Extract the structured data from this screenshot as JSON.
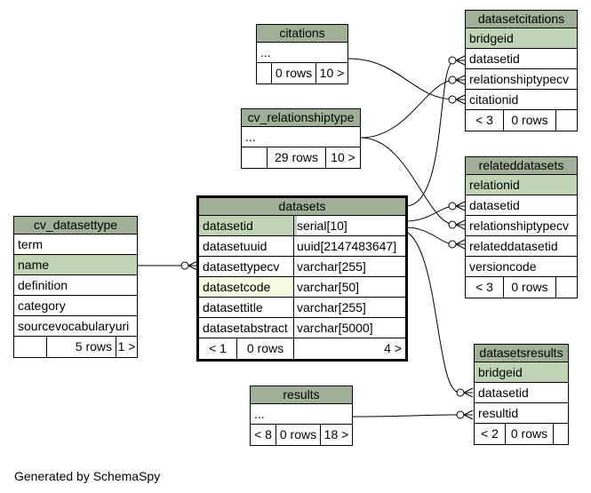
{
  "caption": "Generated by SchemaSpy",
  "tables": {
    "datasetcitations": {
      "name": "datasetcitations",
      "columns": [
        "bridgeid",
        "datasetid",
        "relationshiptypecv",
        "citationid"
      ],
      "footer": [
        "< 3",
        "0 rows",
        ""
      ]
    },
    "citations": {
      "name": "citations",
      "columns": [
        "..."
      ],
      "footer": [
        "",
        "0 rows",
        "10 >"
      ]
    },
    "cv_relationshiptype": {
      "name": "cv_relationshiptype",
      "columns": [
        "..."
      ],
      "footer": [
        "",
        "29 rows",
        "10 >"
      ]
    },
    "relateddatasets": {
      "name": "relateddatasets",
      "columns": [
        "relationid",
        "datasetid",
        "relationshiptypecv",
        "relateddatasetid",
        "versioncode"
      ],
      "footer": [
        "< 3",
        "0 rows",
        ""
      ]
    },
    "cv_datasettype": {
      "name": "cv_datasettype",
      "columns": [
        "term",
        "name",
        "definition",
        "category",
        "sourcevocabularyuri"
      ],
      "footer": [
        "",
        "5 rows",
        "1 >"
      ]
    },
    "datasets": {
      "name": "datasets",
      "columns": [
        "datasetid",
        "datasetuuid",
        "datasettypecv",
        "datasetcode",
        "datasettitle",
        "datasetabstract"
      ],
      "types": [
        "serial[10]",
        "uuid[2147483647]",
        "varchar[255]",
        "varchar[50]",
        "varchar[255]",
        "varchar[5000]"
      ],
      "footer": [
        "< 1",
        "0 rows",
        "4 >"
      ]
    },
    "datasetsresults": {
      "name": "datasetsresults",
      "columns": [
        "bridgeid",
        "datasetid",
        "resultid"
      ],
      "footer": [
        "< 2",
        "0 rows",
        ""
      ]
    },
    "results": {
      "name": "results",
      "columns": [
        "..."
      ],
      "footer": [
        "< 8",
        "0 rows",
        "18 >"
      ]
    }
  },
  "colors": {
    "header": "#a0b096",
    "primary_key": "#bfd4b4",
    "indexed": "#f5f9dd",
    "edge": "#000000"
  }
}
